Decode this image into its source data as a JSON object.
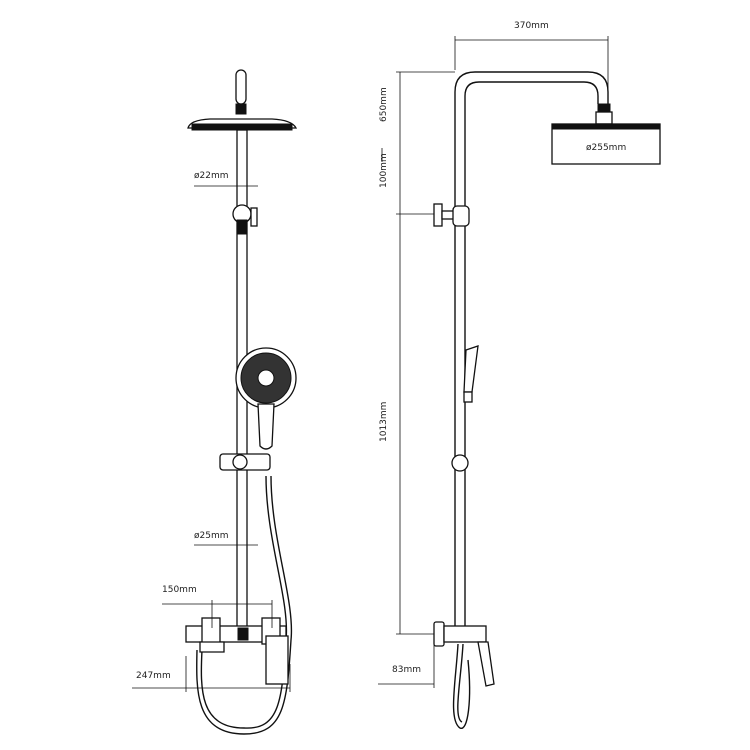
{
  "dimensions": {
    "rod_diameter_top": "ø22mm",
    "rod_diameter_bottom": "ø25mm",
    "outlet_spacing": "150mm",
    "mixer_depth": "247mm",
    "head_reach": "370mm",
    "head_diameter": "ø255mm",
    "top_height": "650mm",
    "upper_section": "100mm",
    "main_height": "1013mm",
    "wall_offset": "83mm"
  }
}
